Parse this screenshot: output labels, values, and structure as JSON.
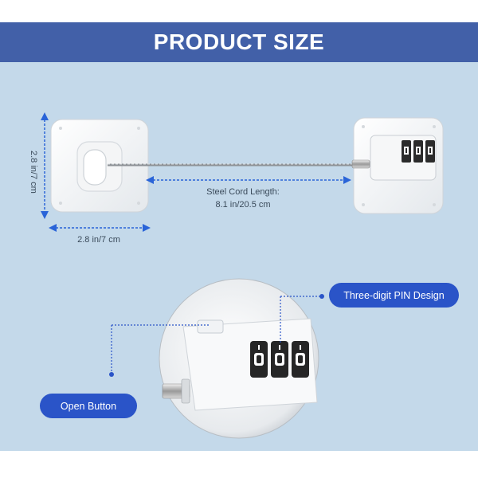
{
  "header": {
    "title": "PRODUCT SIZE"
  },
  "dimensions": {
    "height_label": "2.8 in/7 cm",
    "width_label": "2.8 in/7 cm",
    "cord_label_line1": "Steel Cord Length:",
    "cord_label_line2": "8.1 in/20.5 cm"
  },
  "callouts": {
    "pin_design": "Three-digit PIN Design",
    "open_button": "Open Button"
  },
  "colors": {
    "header_bg": "#4260a8",
    "panel_bg": "#c4d9ea",
    "accent_blue": "#2a54c8",
    "arrow_blue": "#2a64d8"
  }
}
